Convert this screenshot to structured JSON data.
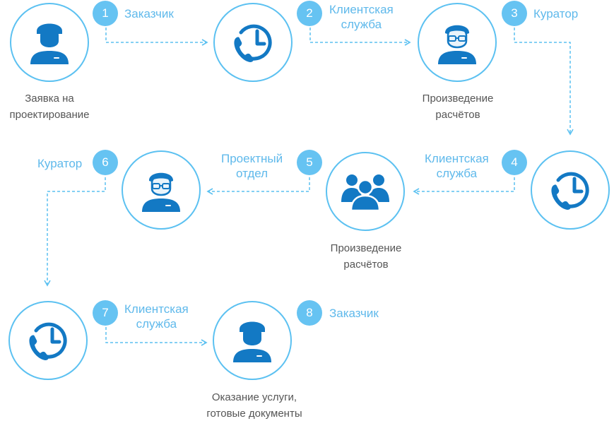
{
  "steps": [
    {
      "number": "1",
      "label": "Заказчик"
    },
    {
      "number": "2",
      "label_line1": "Клиентская",
      "label_line2": "служба"
    },
    {
      "number": "3",
      "label": "Куратор"
    },
    {
      "number": "4",
      "label_line1": "Клиентская",
      "label_line2": "служба"
    },
    {
      "number": "5",
      "label_line1": "Проектный",
      "label_line2": "отдел"
    },
    {
      "number": "6",
      "label": "Куратор"
    },
    {
      "number": "7",
      "label_line1": "Клиентская",
      "label_line2": "служба"
    },
    {
      "number": "8",
      "label": "Заказчик"
    }
  ],
  "captions": {
    "c1": {
      "line1": "Заявка на",
      "line2": "проектирование"
    },
    "c3": {
      "line1": "Произведение",
      "line2": "расчётов"
    },
    "c5": {
      "line1": "Произведение",
      "line2": "расчётов"
    },
    "c8": {
      "line1": "Оказание услуги,",
      "line2": "готовые документы"
    }
  },
  "colors": {
    "accent": "#1379c4",
    "circle_border": "#5cc1f1",
    "badge": "#66c3f2",
    "label": "#5fb9eb",
    "caption": "#555555"
  },
  "icons": {
    "node1": "client-person-icon",
    "node2": "phone-clock-icon",
    "node3": "curator-glasses-icon",
    "node4": "phone-clock-icon",
    "node5": "team-group-icon",
    "node6": "curator-glasses-icon",
    "node7": "phone-clock-icon",
    "node8": "client-person-icon"
  }
}
